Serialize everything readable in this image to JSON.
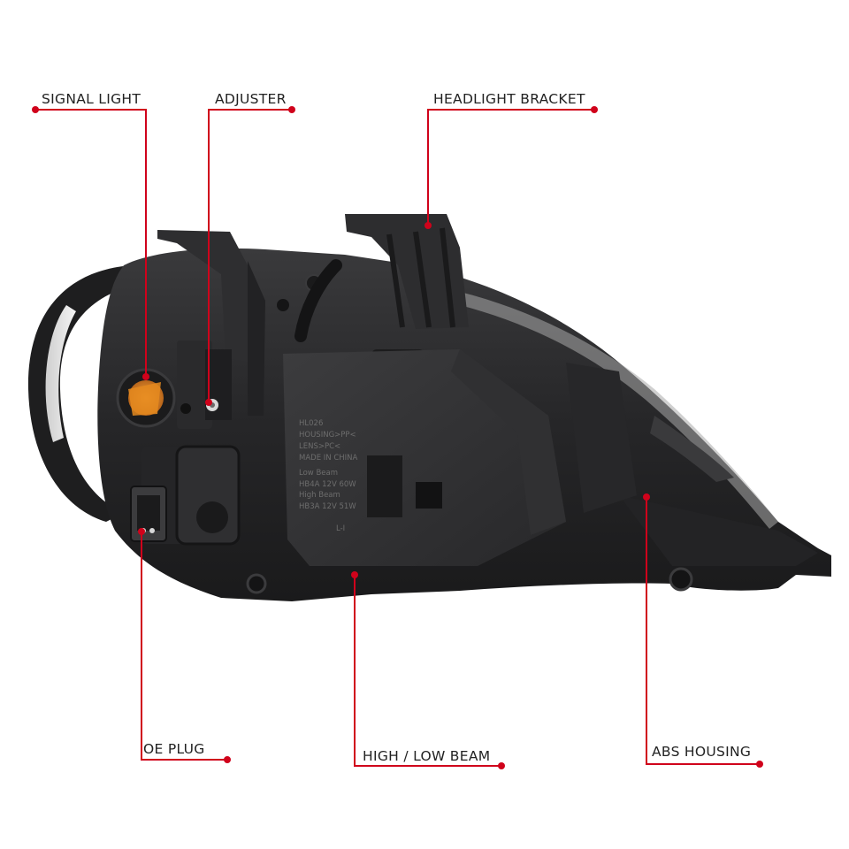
{
  "callouts": {
    "signal_light": "SIGNAL LIGHT",
    "adjuster": "ADJUSTER",
    "headlight_bracket": "HEADLIGHT BRACKET",
    "oe_plug": "OE PLUG",
    "high_low_beam": "HIGH / LOW BEAM",
    "abs_housing": "ABS HOUSING"
  },
  "housing_label": {
    "line1": "HL026",
    "line2": "HOUSING>PP<",
    "line3": "LENS>PC<",
    "line4": "MADE IN CHINA",
    "line5": "Low Beam",
    "line6": "HB4A 12V 60W",
    "line7": "High Beam",
    "line8": "HB3A 12V 51W",
    "line9": "L-I"
  },
  "colors": {
    "leader": "#d0021b",
    "text": "#222222",
    "housing": "#2b2b2d",
    "signal_amber": "#e58a1f"
  }
}
